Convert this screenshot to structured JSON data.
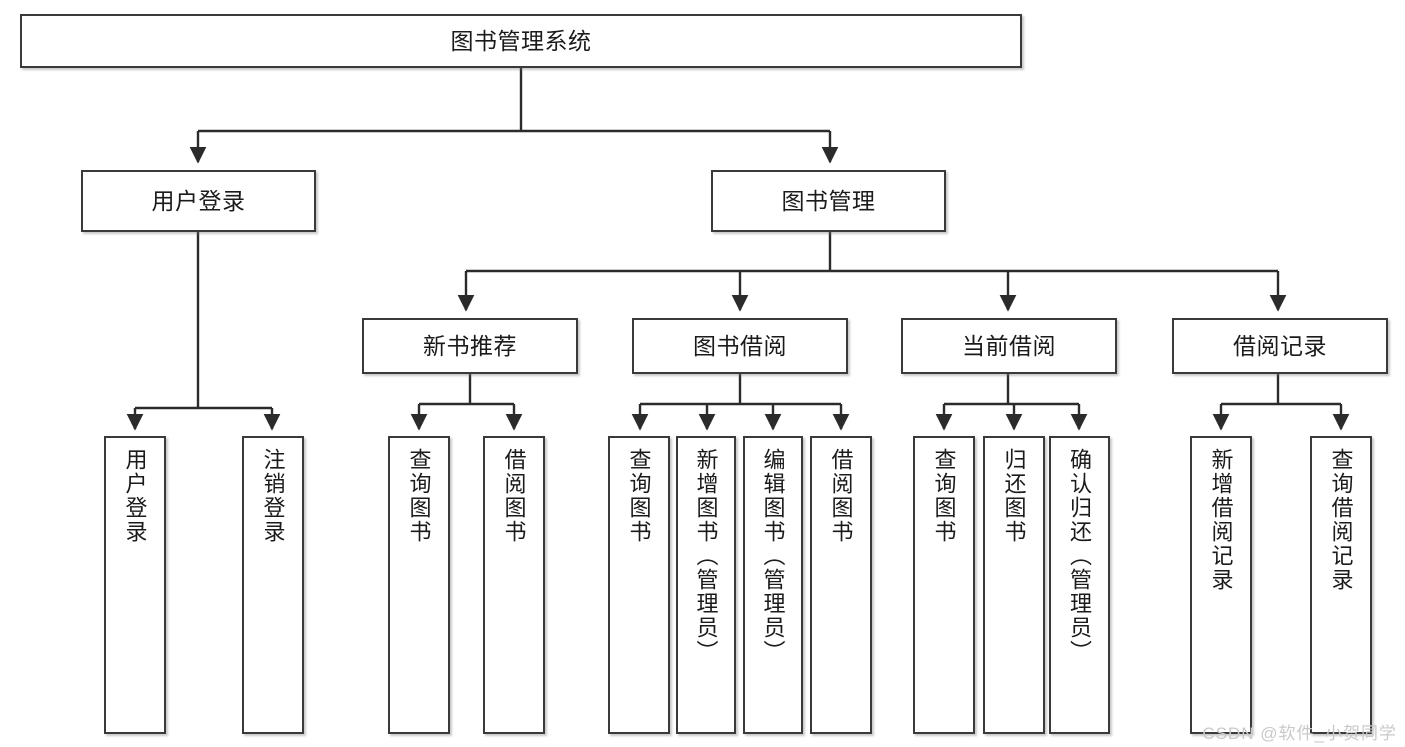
{
  "diagram": {
    "title": "图书管理系统",
    "root": {
      "label": "图书管理系统"
    },
    "level1": [
      {
        "label": "用户登录"
      },
      {
        "label": "图书管理"
      }
    ],
    "level2": [
      {
        "label": "新书推荐"
      },
      {
        "label": "图书借阅"
      },
      {
        "label": "当前借阅"
      },
      {
        "label": "借阅记录"
      }
    ],
    "leaves": {
      "user_login": [
        {
          "label": "用户登录"
        },
        {
          "label": "注销登录"
        }
      ],
      "new_book_recommend": [
        {
          "label": "查询图书"
        },
        {
          "label": "借阅图书"
        }
      ],
      "book_borrow": [
        {
          "label": "查询图书"
        },
        {
          "label": "新增图书（管理员）"
        },
        {
          "label": "编辑图书（管理员）"
        },
        {
          "label": "借阅图书"
        }
      ],
      "current_borrow": [
        {
          "label": "查询图书"
        },
        {
          "label": "归还图书"
        },
        {
          "label": "确认归还（管理员）"
        }
      ],
      "borrow_record": [
        {
          "label": "新增借阅记录"
        },
        {
          "label": "查询借阅记录"
        }
      ]
    }
  },
  "watermark": {
    "text": "CSDN @软件_小贺同学"
  },
  "colors": {
    "box_border": "#3a3a3a",
    "box_fill": "#ffffff",
    "edge": "#2b2b2b",
    "text": "#1b1b1b",
    "watermark": "#c9c9c9"
  }
}
